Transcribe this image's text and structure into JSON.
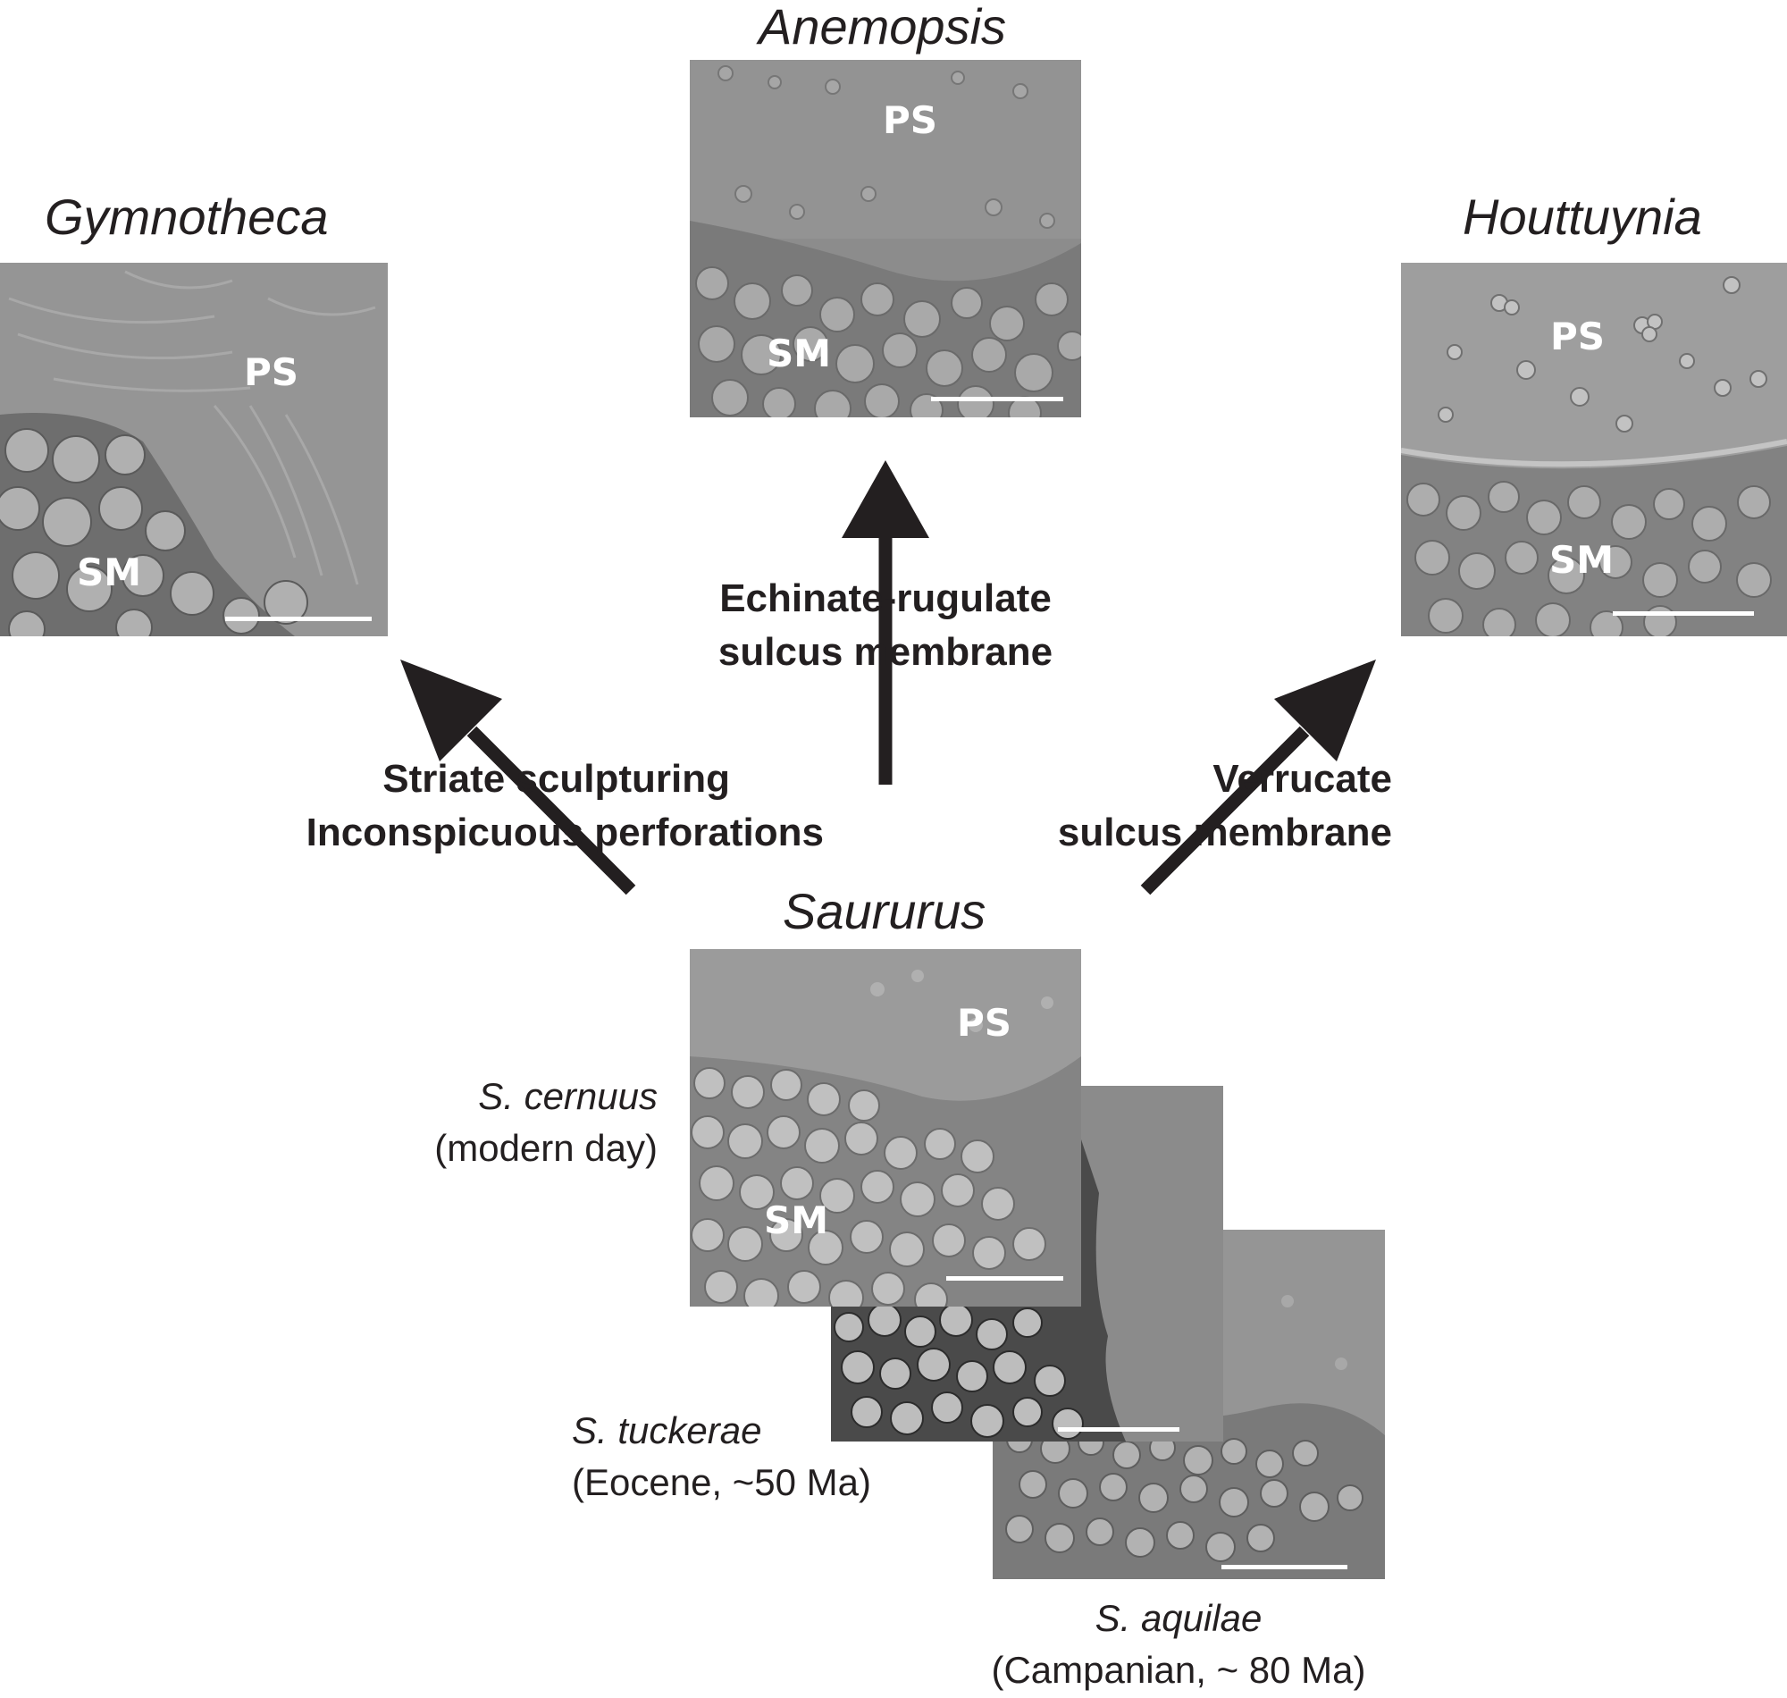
{
  "genera": {
    "anemopsis": "Anemopsis",
    "gymnotheca": "Gymnotheca",
    "houttuynia": "Houttuynia",
    "saururus": "Saururus"
  },
  "traits": {
    "anemopsis": [
      "Echinate-rugulate",
      "sulcus membrane"
    ],
    "gymnotheca": [
      "Striate sculpturing",
      "Inconspicuous perforations"
    ],
    "houttuynia": [
      "Verrucate",
      "sulcus membrane"
    ]
  },
  "species": {
    "cernuus": {
      "name": "S. cernuus",
      "age": "(modern day)"
    },
    "tuckerae": {
      "name": "S. tuckerae",
      "age": "(Eocene, ~50 Ma)"
    },
    "aquilae": {
      "name": "S. aquilae",
      "age": "(Campanian, ~ 80 Ma)"
    }
  },
  "image_labels": {
    "ps": "PS",
    "sm": "SM"
  },
  "colors": {
    "arrow": "#231f20",
    "text": "#231f20",
    "image_label": "#ffffff"
  }
}
